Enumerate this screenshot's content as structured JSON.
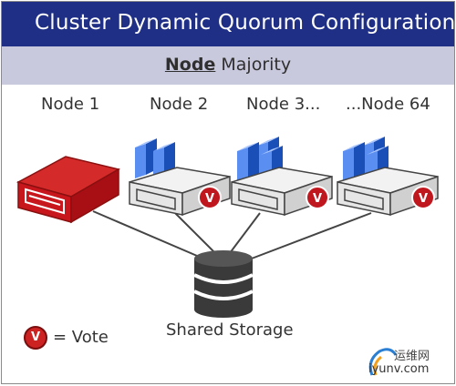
{
  "header": {
    "title": "Cluster Dynamic Quorum Configuration"
  },
  "banner": {
    "bold": "Node",
    "rest": " Majority"
  },
  "nodes": [
    {
      "label": "Node 1",
      "color": "#c8161d",
      "has_vote": false
    },
    {
      "label": "Node 2",
      "color": "#5a5a5a",
      "has_vote": true
    },
    {
      "label": "Node 3...",
      "color": "#5a5a5a",
      "has_vote": true
    },
    {
      "label": "...Node 64",
      "color": "#5a5a5a",
      "has_vote": true
    }
  ],
  "vote_badge": {
    "letter": "V",
    "color": "#c0171f"
  },
  "storage": {
    "label": "Shared Storage",
    "icon": "database-icon"
  },
  "legend": {
    "badge": "V",
    "text": "= Vote"
  },
  "watermark": {
    "top": "运维网",
    "bottom": "iyunv.com"
  },
  "colors": {
    "header_bg": "#1f2f86",
    "banner_bg": "#c9c9de",
    "failed_node": "#c8161d",
    "server_blue": "#2b5fc9"
  }
}
